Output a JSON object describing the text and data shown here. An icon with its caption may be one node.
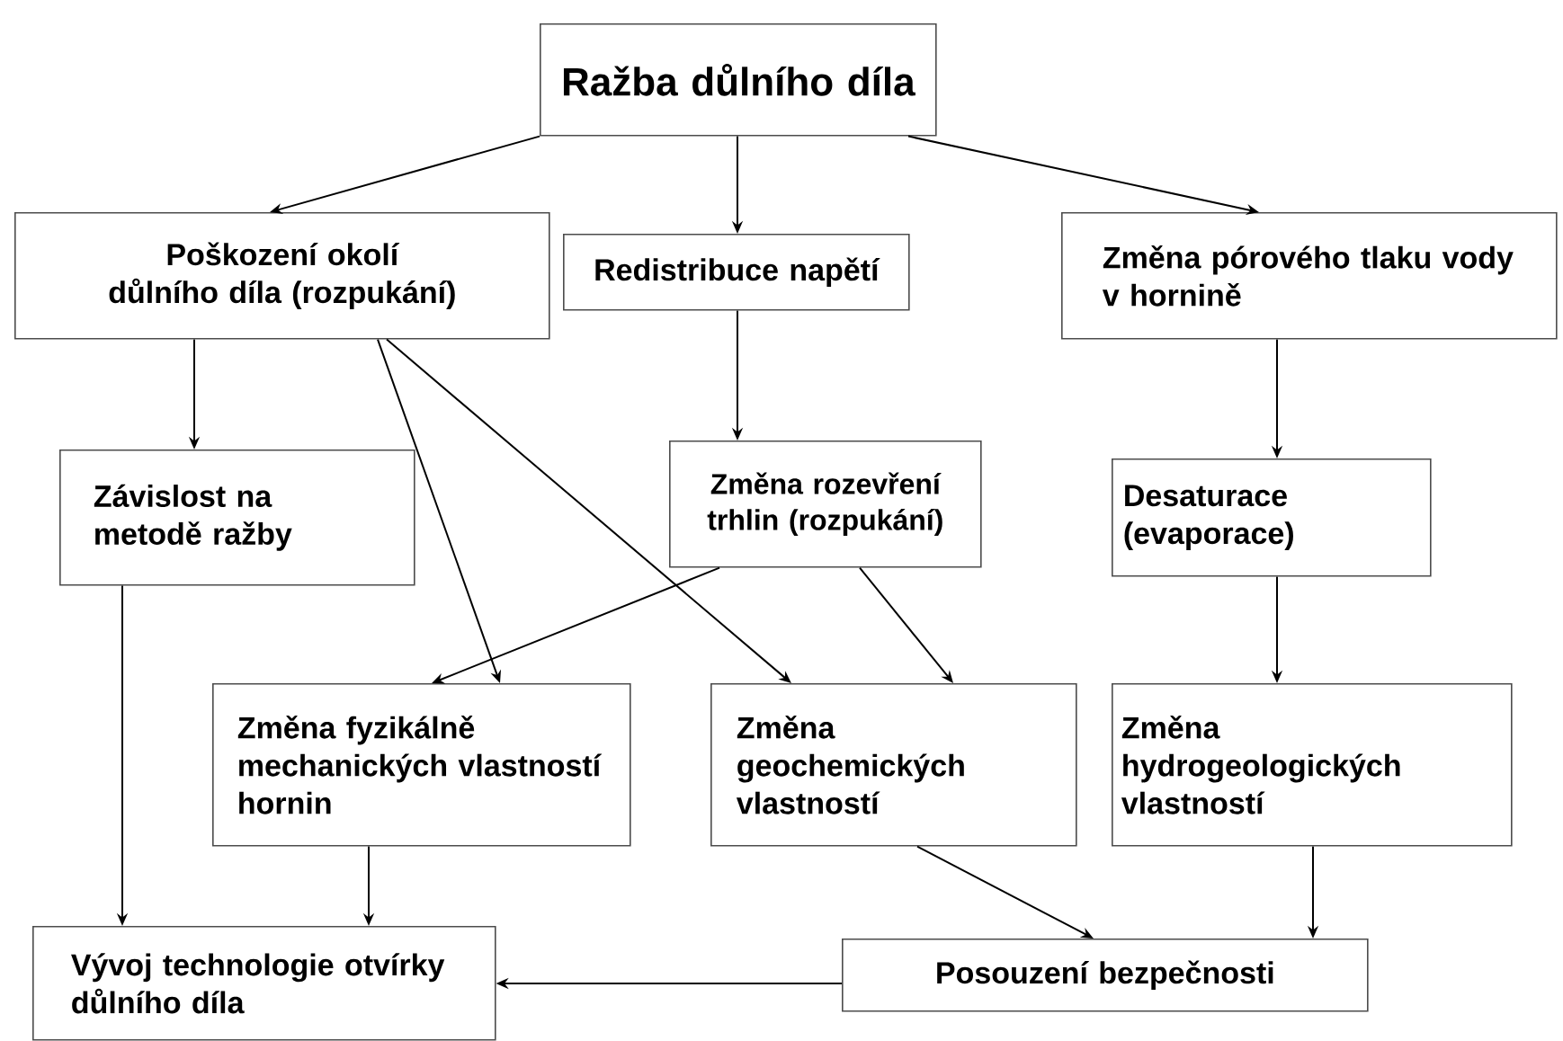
{
  "diagram": {
    "nodes": [
      {
        "text": [
          "Ražba důlního díla"
        ]
      },
      {
        "text": [
          "Poškození okolí důlního díla (rozpukání)"
        ]
      },
      {
        "text": [
          "Redistribuce napětí"
        ]
      },
      {
        "text": [
          "Změna pórového tlaku vody v hornině"
        ]
      },
      {
        "text": [
          "Závislost na metodě ražby"
        ]
      },
      {
        "text": [
          "Změna rozevření trhlin (rozpukání)"
        ]
      },
      {
        "text": [
          "Desaturace (evaporace)"
        ]
      },
      {
        "text": [
          "Změna fyzikálně mechanických vlastností hornin"
        ]
      },
      {
        "text": [
          "Změna geochemických vlastností"
        ]
      },
      {
        "text": [
          "Změna hydrogeologických vlastností"
        ]
      },
      {
        "text": [
          "Vývoj technologie otvírky důlního díla"
        ]
      },
      {
        "text": [
          "Posouzení bezpečnosti"
        ]
      }
    ],
    "edges": [
      {
        "from": 0,
        "to": 1,
        "arrow": "to"
      },
      {
        "from": 0,
        "to": 2,
        "arrow": "to"
      },
      {
        "from": 0,
        "to": 3,
        "arrow": "to"
      },
      {
        "from": 1,
        "to": 4,
        "arrow": "to"
      },
      {
        "from": 1,
        "to": 7,
        "arrow": "to"
      },
      {
        "from": 1,
        "to": 8,
        "arrow": "to"
      },
      {
        "from": 2,
        "to": 5,
        "arrow": "to"
      },
      {
        "from": 3,
        "to": 6,
        "arrow": "to"
      },
      {
        "from": 5,
        "to": 7,
        "arrow": "to"
      },
      {
        "from": 5,
        "to": 8,
        "arrow": "to"
      },
      {
        "from": 6,
        "to": 9,
        "arrow": "to"
      },
      {
        "from": 4,
        "to": 10,
        "arrow": "to"
      },
      {
        "from": 7,
        "to": 10,
        "arrow": "to"
      },
      {
        "from": 8,
        "to": 11,
        "arrow": "to"
      },
      {
        "from": 9,
        "to": 11,
        "arrow": "to"
      },
      {
        "from": 11,
        "to": 10,
        "arrow": "to"
      }
    ]
  }
}
